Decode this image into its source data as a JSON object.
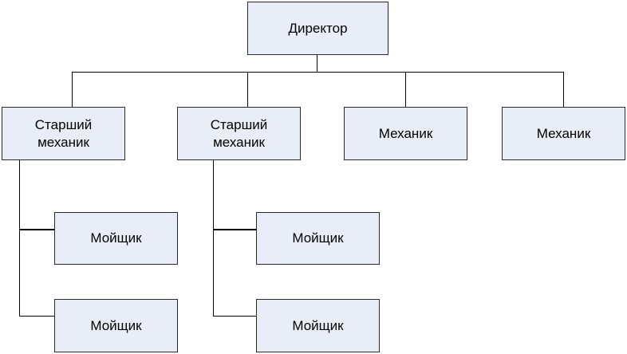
{
  "colors": {
    "box_fill": "#e8edf7",
    "box_border": "#2b2b2b",
    "line": "#000000",
    "text": "#000000"
  },
  "org_chart": {
    "root": {
      "label": "Директор"
    },
    "level2": [
      {
        "label": "Старший\nмеханик"
      },
      {
        "label": "Старший\nмеханик"
      },
      {
        "label": "Механик"
      },
      {
        "label": "Механик"
      }
    ],
    "level3_group1": [
      {
        "label": "Мойщик"
      },
      {
        "label": "Мойщик"
      }
    ],
    "level3_group2": [
      {
        "label": "Мойщик"
      },
      {
        "label": "Мойщик"
      }
    ]
  }
}
